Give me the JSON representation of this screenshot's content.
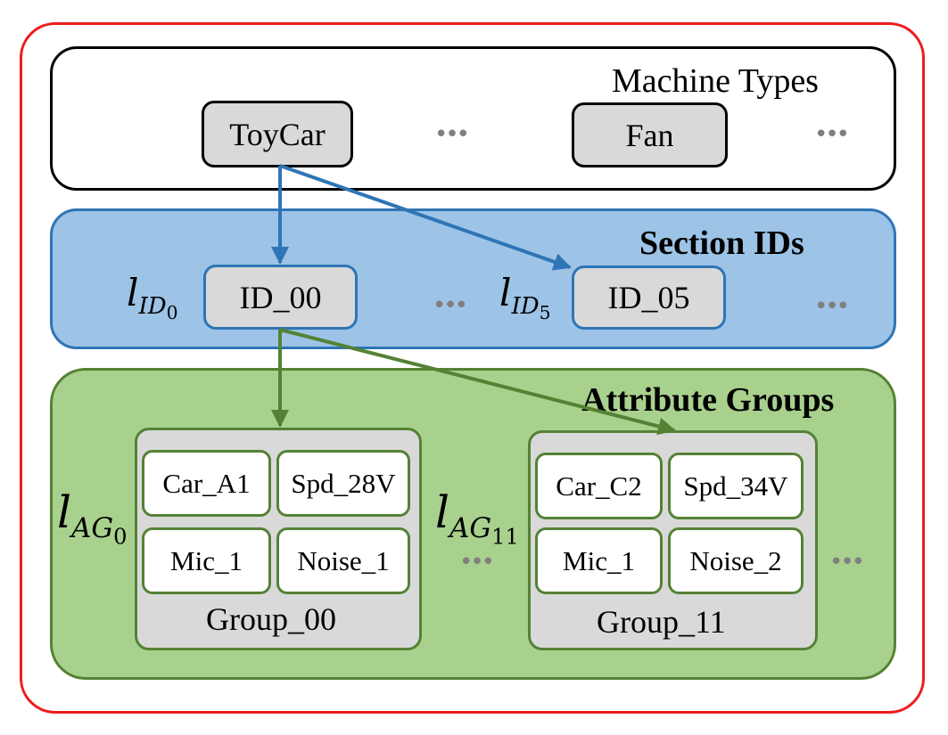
{
  "machine_types": {
    "title": "Machine Types",
    "items": [
      "ToyCar",
      "Fan"
    ],
    "ellipsis": "•••"
  },
  "section_ids": {
    "title": "Section IDs",
    "items": [
      "ID_00",
      "ID_05"
    ],
    "labels": [
      {
        "base": "l",
        "sub": "ID",
        "subsub": "0"
      },
      {
        "base": "l",
        "sub": "ID",
        "subsub": "5"
      }
    ],
    "ellipsis": "•••"
  },
  "attribute_groups": {
    "title": "Attribute Groups",
    "groups": [
      {
        "name": "Group_00",
        "attributes": [
          "Car_A1",
          "Spd_28V",
          "Mic_1",
          "Noise_1"
        ],
        "label": {
          "base": "l",
          "sub": "AG",
          "subsub": "0"
        }
      },
      {
        "name": "Group_11",
        "attributes": [
          "Car_C2",
          "Spd_34V",
          "Mic_1",
          "Noise_2"
        ],
        "label": {
          "base": "l",
          "sub": "AG",
          "subsub": "11"
        }
      }
    ],
    "ellipsis": "•••"
  },
  "colors": {
    "outer_border": "#ee1c1c",
    "section_fill": "#9dc3e6",
    "section_border": "#2e75b6",
    "group_fill": "#a9d18e",
    "group_border": "#548235",
    "item_fill": "#d9d9d9",
    "blue_arrow": "#2e75b6",
    "green_arrow": "#548235"
  }
}
